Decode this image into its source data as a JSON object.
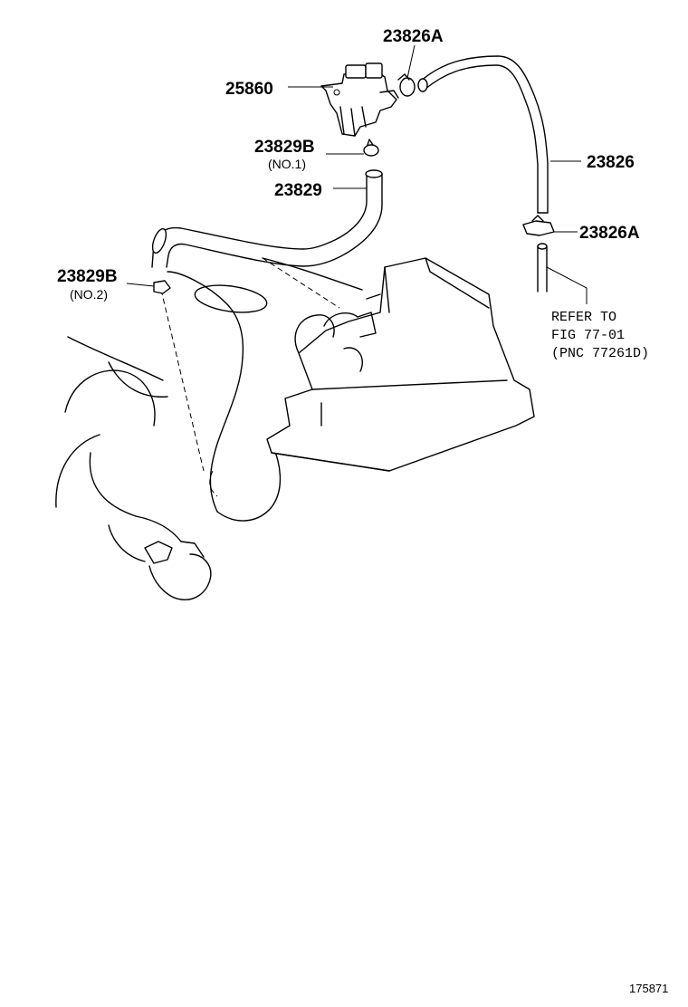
{
  "parts": {
    "vsv": "25860",
    "clamp_top": "23826A",
    "hose_main": "23826",
    "clamp_bottom": "23826A",
    "clamp_no1": "23829B",
    "clamp_no1_note": "(NO.1)",
    "hose_small": "23829",
    "clamp_no2": "23829B",
    "clamp_no2_note": "(NO.2)"
  },
  "reference": {
    "line1": "REFER TO",
    "line2": "FIG 77-01",
    "line3": "(PNC 77261D)"
  },
  "figure_code": "175871"
}
